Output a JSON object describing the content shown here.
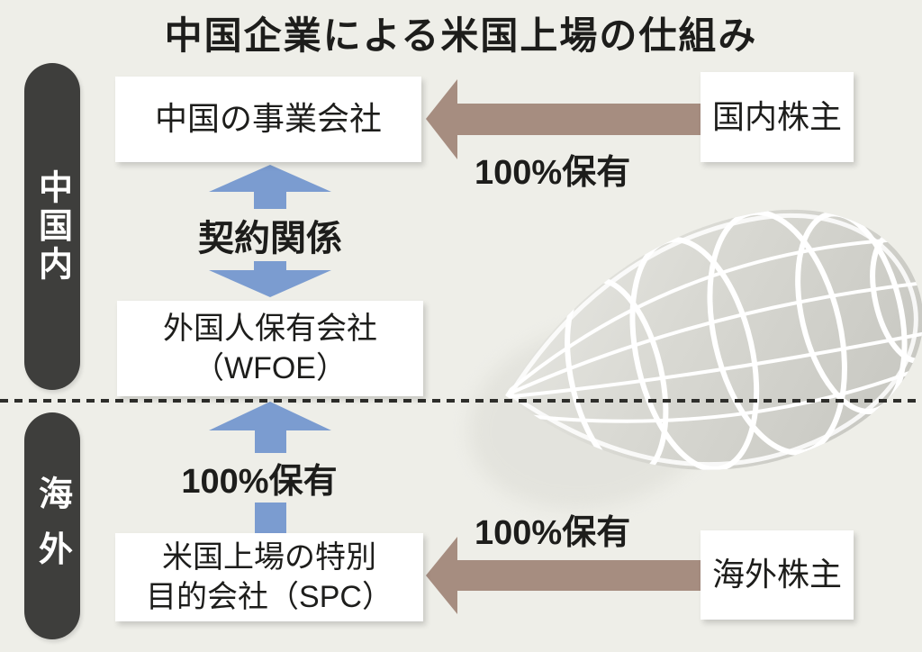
{
  "title": "中国企業による米国上場の仕組み",
  "regions": {
    "china": {
      "label": "中国内"
    },
    "overseas": {
      "label": "海外"
    }
  },
  "nodes": {
    "operating_company": {
      "label": "中国の事業会社"
    },
    "wfoe": {
      "line1": "外国人保有会社",
      "line2": "（WFOE）"
    },
    "spc": {
      "line1": "米国上場の特別",
      "line2": "目的会社（SPC）"
    },
    "domestic_shareholders": {
      "label": "国内株主"
    },
    "overseas_shareholders": {
      "label": "海外株主"
    }
  },
  "labels": {
    "contract_relation": "契約関係",
    "ownership_top": "100%保有",
    "ownership_middle": "100%保有",
    "ownership_bottom": "100%保有"
  },
  "icons": {
    "globe": "globe-wireframe-icon"
  },
  "colors": {
    "background": "#eeeee8",
    "text": "#1d1d1b",
    "arrow_blue": "#7b9cd0",
    "arrow_brown": "#a68d80",
    "region_bar": "#3e3e3c",
    "box_bg": "#ffffff",
    "globe_line": "#ffffff"
  }
}
